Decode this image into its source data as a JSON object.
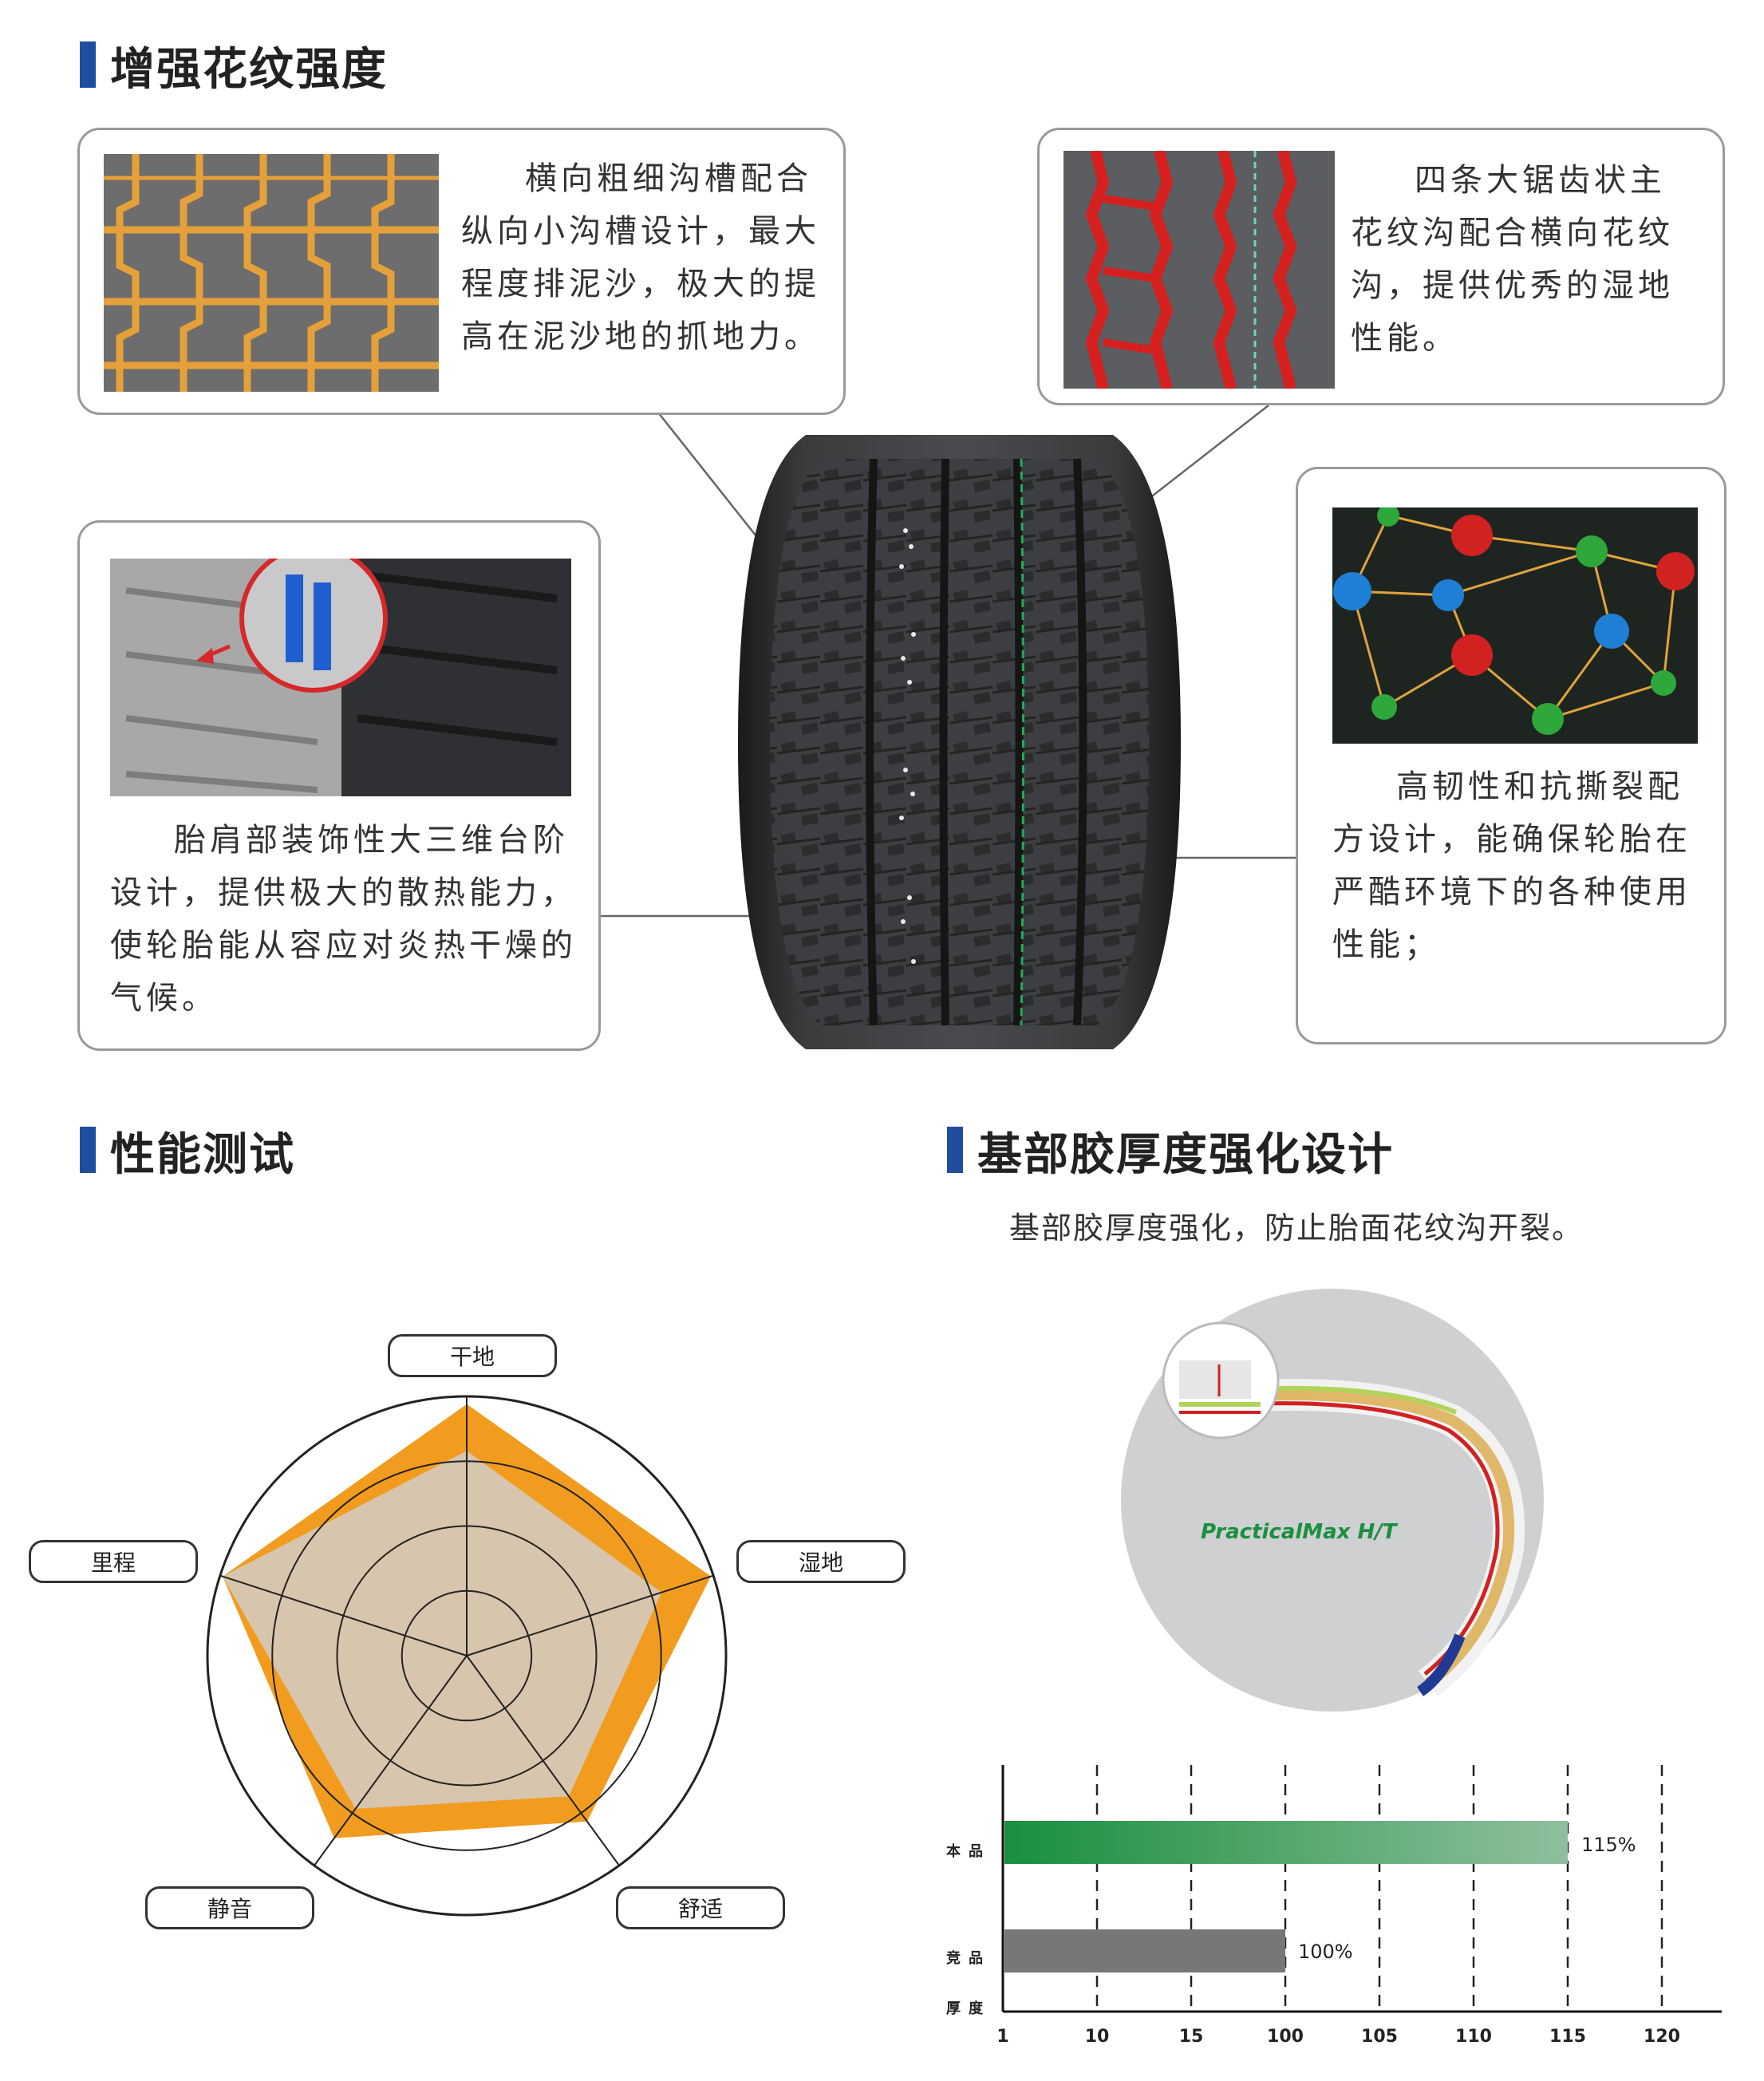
{
  "sections": {
    "tread": {
      "title": "增强花纹强度"
    },
    "performance": {
      "title": "性能测试"
    },
    "base": {
      "title": "基部胶厚度强化设计",
      "subtitle": "基部胶厚度强化，防止胎面花纹沟开裂。"
    }
  },
  "callouts": {
    "groove": {
      "text": "横向粗细沟槽配合纵向小沟槽设计，最大程度排泥沙，极大的提高在泥沙地的抓地力。"
    },
    "main_groove": {
      "text": "四条大锯齿状主花纹沟配合横向花纹沟，提供优秀的湿地性能。"
    },
    "shoulder": {
      "text": "胎肩部装饰性大三维台阶设计，提供极大的散热能力，使轮胎能从容应对炎热干燥的气候。"
    },
    "compound": {
      "text": "高韧性和抗撕裂配方设计，能确保轮胎在严酷环境下的各种使用性能；"
    }
  },
  "tire_model": "PracticalMax H/T",
  "colors": {
    "accent_blue": "#1f4e9e",
    "radar_orange": "#f29c1f",
    "radar_inner": "#d7c5ad",
    "bar_green": "#1a8f3e",
    "bar_gray": "#777777"
  },
  "radar": {
    "labels": [
      "干地",
      "湿地",
      "舒适",
      "静音",
      "里程"
    ]
  },
  "chart_data": [
    {
      "type": "radar",
      "categories": [
        "干地",
        "湿地",
        "舒适",
        "静音",
        "里程"
      ],
      "rings": 4,
      "series": [
        {
          "values": [
            0.97,
            0.99,
            0.79,
            0.87,
            0.99
          ]
        },
        {
          "values": [
            0.79,
            0.79,
            0.67,
            0.73,
            0.99
          ]
        }
      ]
    },
    {
      "type": "bar",
      "orientation": "horizontal",
      "categories": [
        "本品",
        "竞品"
      ],
      "values": [
        115,
        100
      ],
      "value_labels": [
        "115%",
        "100%"
      ],
      "xlabel": "厚度",
      "x_ticks": [
        "1",
        "10",
        "15",
        "100",
        "105",
        "110",
        "115",
        "120"
      ],
      "tick_values": [
        1,
        10,
        15,
        100,
        105,
        110,
        115,
        120
      ],
      "grid": "dashed vertical"
    }
  ]
}
